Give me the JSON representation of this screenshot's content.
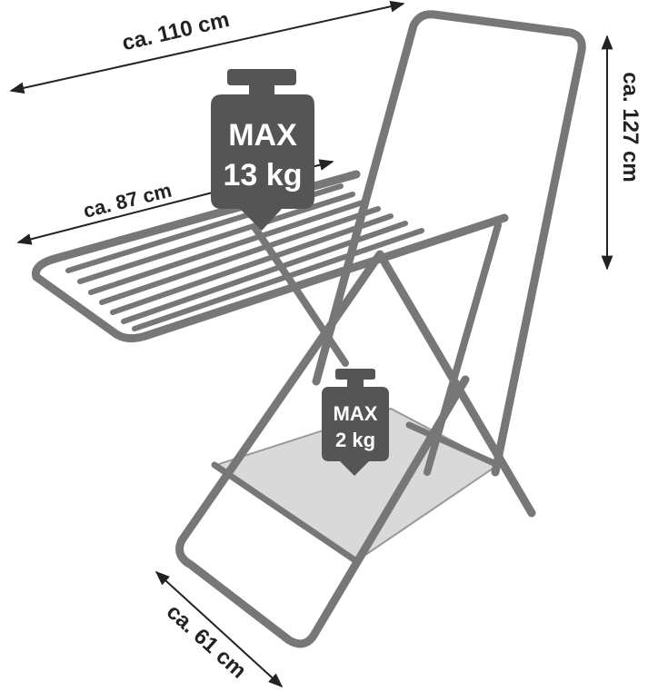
{
  "dimensions": {
    "width_total": "ca. 110 cm",
    "width_wing": "ca. 87 cm",
    "height": "ca. 127 cm",
    "depth": "ca. 61 cm"
  },
  "load_limits": {
    "top": {
      "line1": "MAX",
      "line2": "13 kg"
    },
    "shelf": {
      "line1": "MAX",
      "line2": "2 kg"
    }
  },
  "colors": {
    "frame": "#777777",
    "weight_tag": "#555555",
    "shelf_fill": "#d9d9d9",
    "text": "#222222"
  }
}
